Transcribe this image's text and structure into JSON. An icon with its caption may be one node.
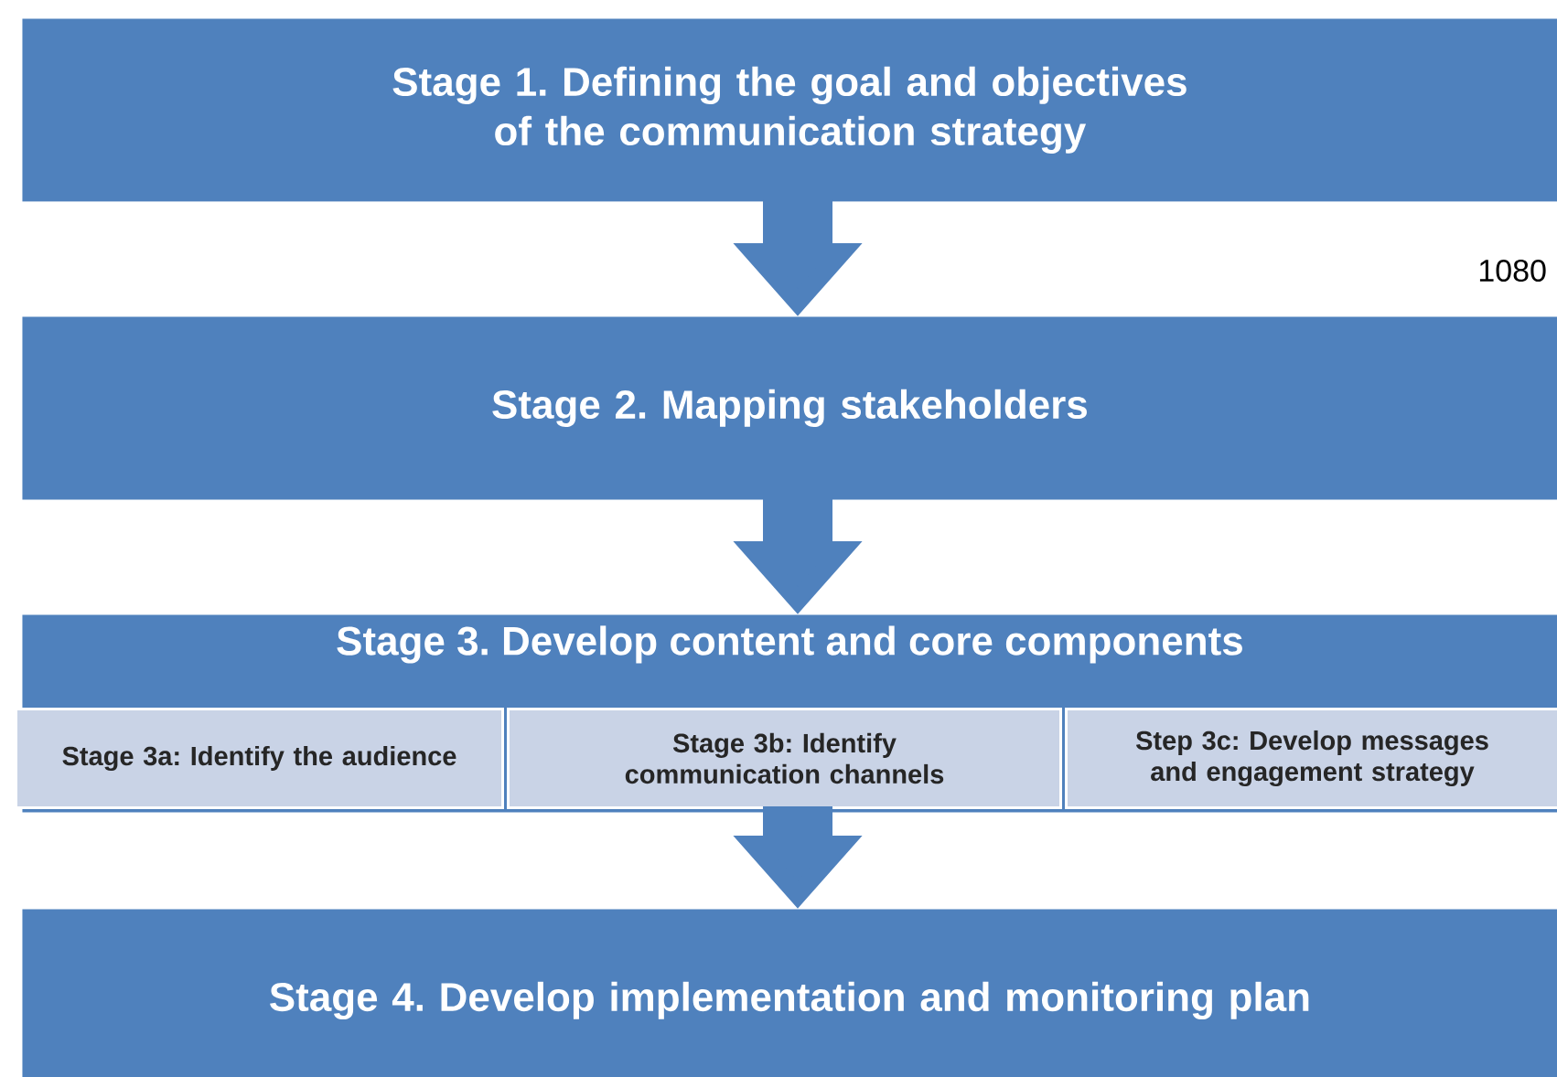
{
  "diagram": {
    "nodes": [
      {
        "text": [
          "Stage 1. Defining the goal and objectives of the communication strategy"
        ]
      },
      {
        "text": [
          "Stage 2. Mapping stakeholders"
        ]
      },
      {
        "text": [
          "Stage 3. Develop content and core components"
        ]
      },
      {
        "text": [
          "Stage 3a: Identify the audience"
        ],
        "in": 2
      },
      {
        "text": [
          "Stage 3b: Identify communication channels"
        ],
        "in": 2
      },
      {
        "text": [
          "Step 3c: Develop messages and engagement strategy"
        ],
        "in": 2
      },
      {
        "text": [
          "Stage 4. Develop implementation and monitoring plan"
        ]
      }
    ],
    "edges": [
      {
        "from": 0,
        "to": 1,
        "arrow": "to"
      },
      {
        "from": 1,
        "to": 2,
        "arrow": "to"
      },
      {
        "from": 2,
        "to": 6,
        "arrow": "to"
      }
    ],
    "labels": [
      "1080"
    ]
  }
}
